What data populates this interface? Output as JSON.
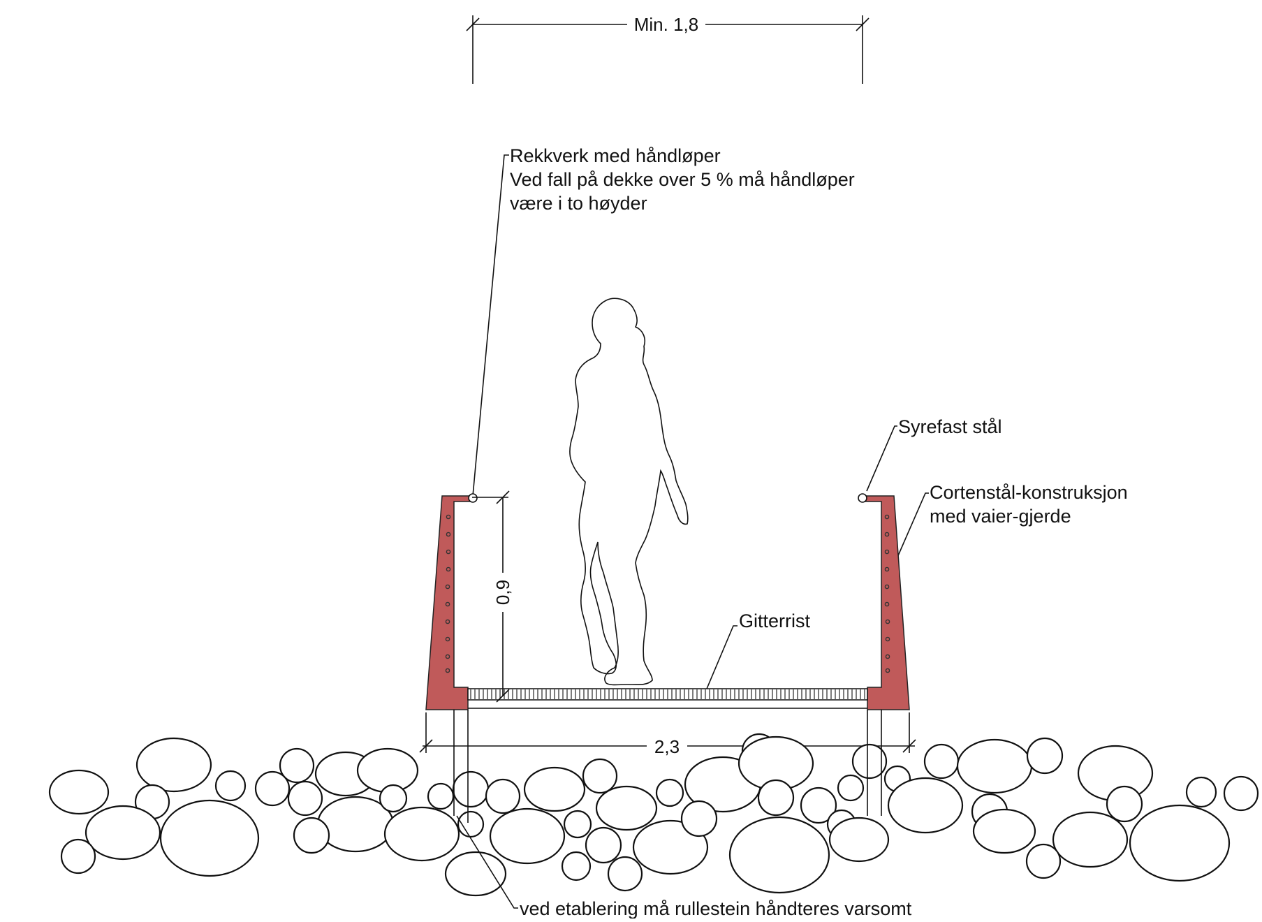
{
  "labels": {
    "width_top": "Min. 1,8",
    "width_bottom": "2,3",
    "height": "0,9",
    "railing_line1": "Rekkverk med håndløper",
    "railing_line2": "Ved fall på dekke over 5 % må  håndløper",
    "railing_line3": "være i to høyder",
    "handrail_material": "Syrefast stål",
    "structure_line1": "Cortenstål-konstruksjon",
    "structure_line2": "med vaier-gjerde",
    "grating": "Gitterrist",
    "boulders_note": "ved etablering må rullestein håndteres varsomt"
  },
  "colors": {
    "corten": "#c05a5a",
    "line": "#111111"
  },
  "icons": [
    "person-silhouette-icon"
  ]
}
